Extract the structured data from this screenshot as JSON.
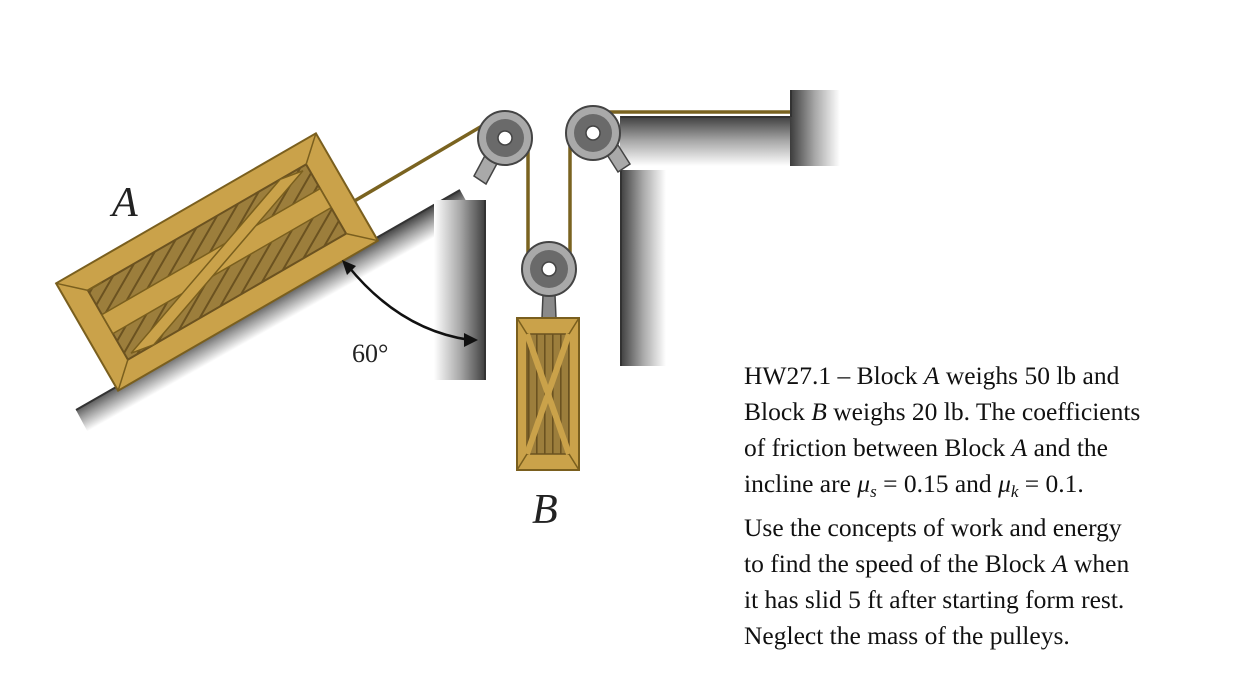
{
  "figure": {
    "label_a": "A",
    "label_b": "B",
    "angle_label": "60°"
  },
  "problem": {
    "line1_pre": "HW27.1 – Block ",
    "line1_var": "A",
    "line1_post": " weighs 50 lb and",
    "line2_pre": "Block ",
    "line2_var": "B",
    "line2_post": " weighs 20 lb. The coefficients",
    "line3_pre": "of friction between Block ",
    "line3_var": "A",
    "line3_post": " and the",
    "line4_pre": "incline are ",
    "mu_symbol": "μ",
    "mu_s_sub": "s",
    "mu_s_value": " = 0.15",
    "line4_and": " and ",
    "mu_k_sub": "k",
    "mu_k_value": " = 0.1.",
    "line5": "Use the concepts of work and energy",
    "line6_pre": "to find the speed of the Block ",
    "line6_var": "A",
    "line6_post": " when",
    "line7": "it has slid 5 ft after starting form rest.",
    "line8": "Neglect the mass of the pulleys."
  },
  "colors": {
    "crate_fill": "#caa24a",
    "crate_edge": "#7a5f1e",
    "crate_inner": "#8d6f30",
    "rope": "#7a6320",
    "pulley_outer": "#6f6f6f",
    "pulley_rim": "#a9a9a9",
    "wall_dark": "#4a4a4a"
  }
}
